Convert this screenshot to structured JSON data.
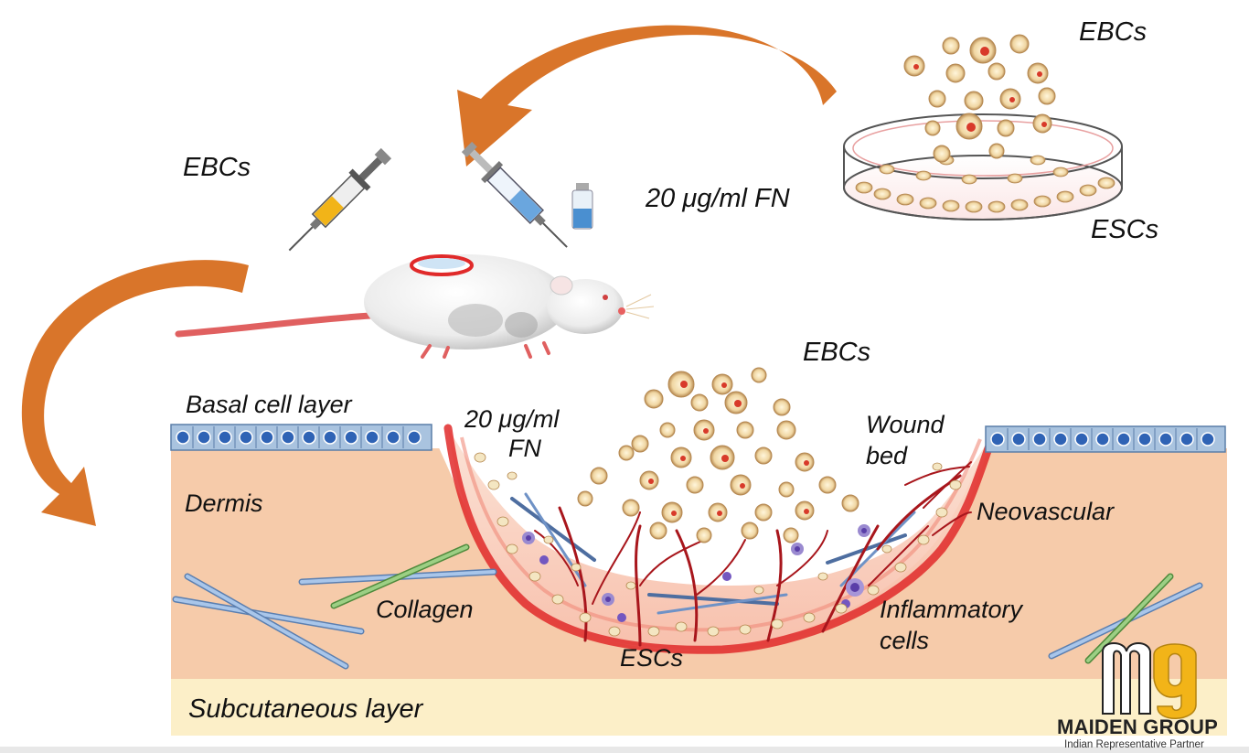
{
  "labels": {
    "ebcs_dish": "EBCs",
    "escs_dish": "ESCs",
    "fn_top": "20 μg/ml FN",
    "ebcs_syringe": "EBCs",
    "ebcs_wound": "EBCs",
    "basal_cell_layer": "Basal cell layer",
    "fn_wound_line1": "20 μg/ml",
    "fn_wound_line2": "FN",
    "wound_bed_line1": "Wound",
    "wound_bed_line2": "bed",
    "dermis": "Dermis",
    "neovascular": "Neovascular",
    "collagen": "Collagen",
    "inflammatory_line1": "Inflammatory",
    "inflammatory_line2": "cells",
    "escs_wound": "ESCs",
    "subcutaneous_layer": "Subcutaneous layer"
  },
  "brand": {
    "logo_letters": "mg",
    "name": "MAIDEN GROUP",
    "subtitle": "Indian Representative Partner"
  },
  "colors": {
    "arrow": "#d9752a",
    "dermis": "#f6cbaa",
    "subcutaneous": "#fcefc8",
    "basal_cell": "#a9c3df",
    "basal_nucleus": "#2f63b5",
    "wound_rim": "#e02a2a",
    "vessel": "#a8161c",
    "collagen_blue": "#8fb2dc",
    "collagen_green": "#8fc07a",
    "logo_yellow": "#f2b418"
  }
}
